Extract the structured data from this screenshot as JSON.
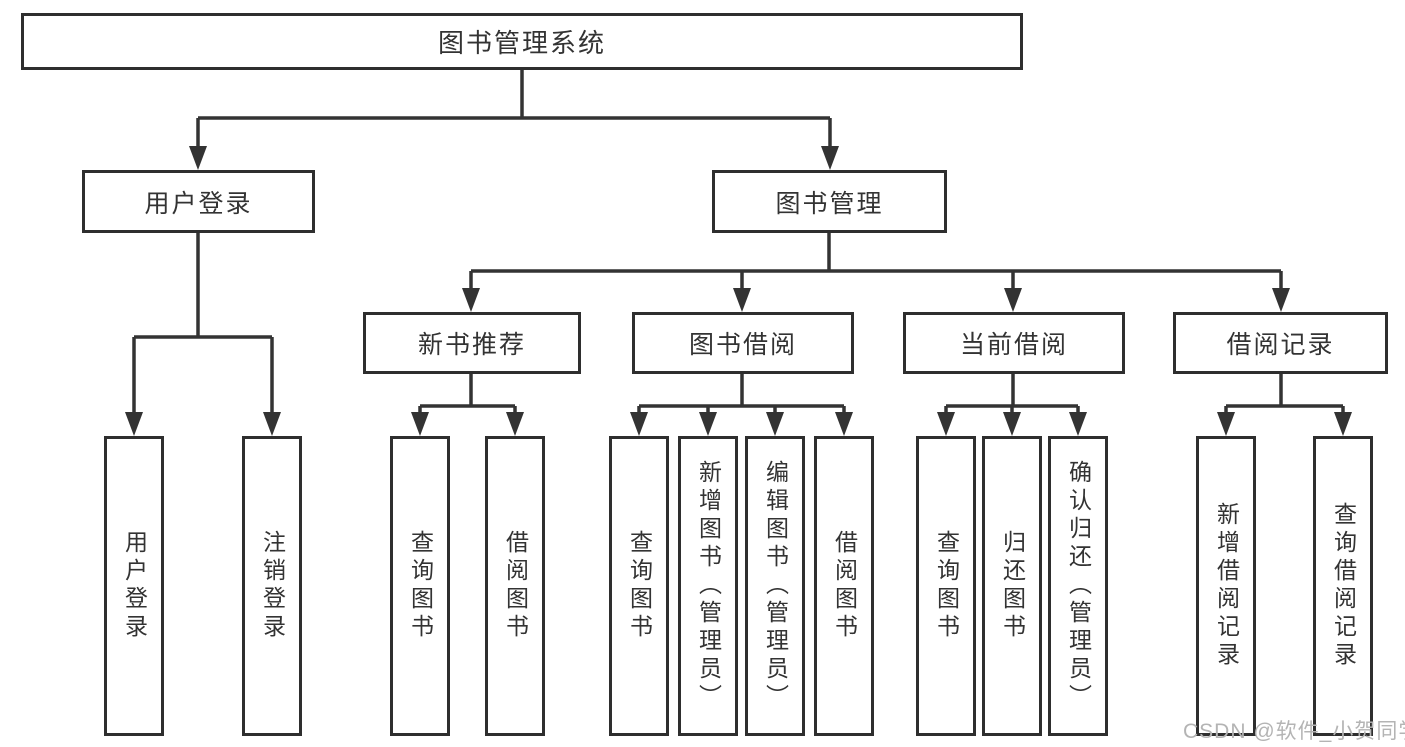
{
  "diagram_title": "图书管理系统",
  "watermark": "CSDN @软件_小贺同学",
  "colors": {
    "line": "#333333",
    "border": "#2e2e2e",
    "text": "#333333",
    "watermark": "#b4b4b4",
    "background": "#ffffff"
  },
  "tree": {
    "label": "图书管理系统",
    "children": [
      {
        "label": "用户登录",
        "children": [
          {
            "label": "用户登录"
          },
          {
            "label": "注销登录"
          }
        ]
      },
      {
        "label": "图书管理",
        "children": [
          {
            "label": "新书推荐",
            "children": [
              {
                "label": "查询图书"
              },
              {
                "label": "借阅图书"
              }
            ]
          },
          {
            "label": "图书借阅",
            "children": [
              {
                "label": "查询图书"
              },
              {
                "label": "新增图书（管理员）"
              },
              {
                "label": "编辑图书（管理员）"
              },
              {
                "label": "借阅图书"
              }
            ]
          },
          {
            "label": "当前借阅",
            "children": [
              {
                "label": "查询图书"
              },
              {
                "label": "归还图书"
              },
              {
                "label": "确认归还（管理员）"
              }
            ]
          },
          {
            "label": "借阅记录",
            "children": [
              {
                "label": "新增借阅记录"
              },
              {
                "label": "查询借阅记录"
              }
            ]
          }
        ]
      }
    ]
  }
}
